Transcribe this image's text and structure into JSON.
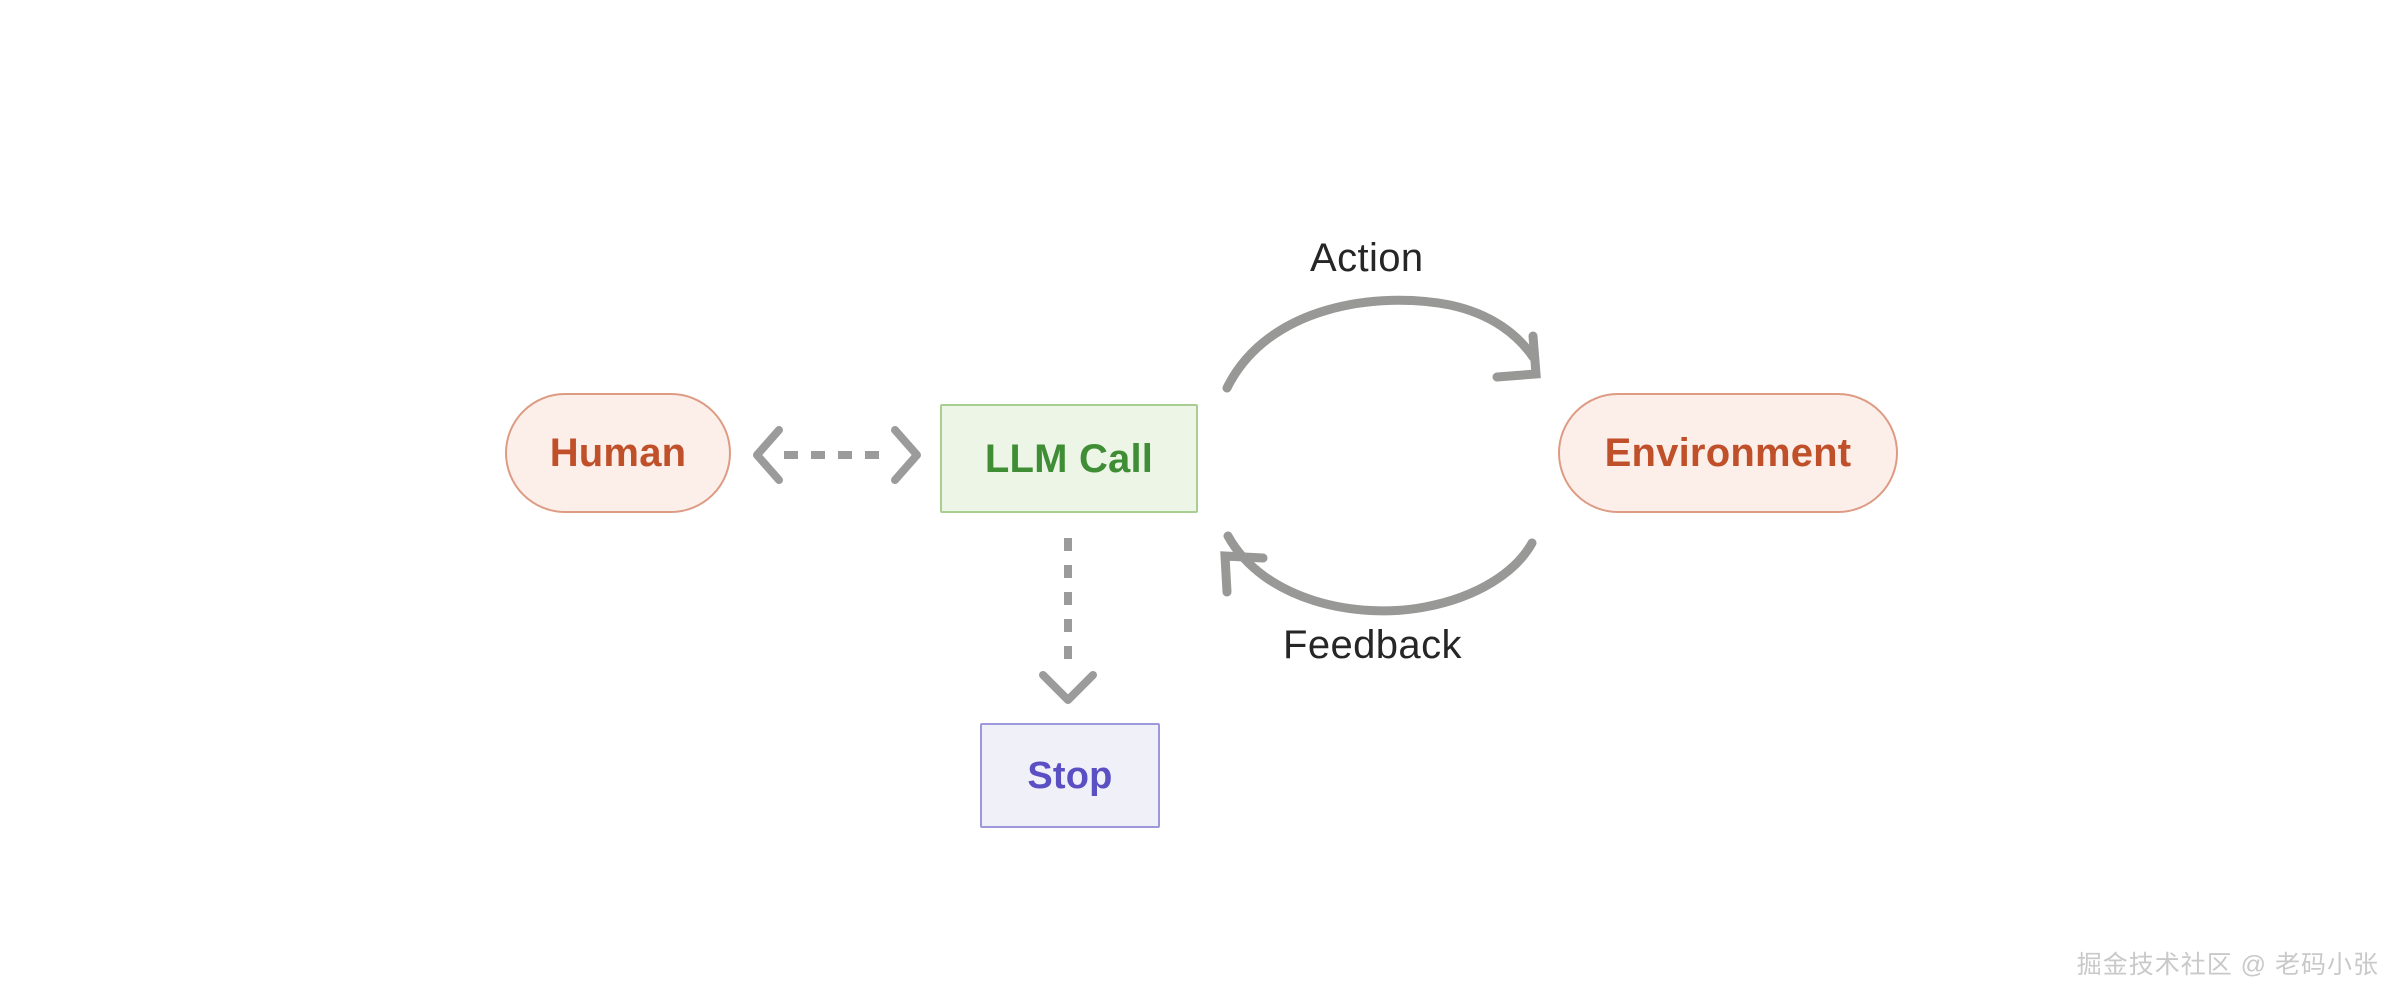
{
  "diagram": {
    "type": "flow-diagram",
    "title": "",
    "background_color": "#ffffff",
    "nodes": [
      {
        "id": "human",
        "label": "Human",
        "shape": "pill",
        "fill": "#FCEFEA",
        "stroke": "#DE9B84",
        "text_color": "#C0502A"
      },
      {
        "id": "llm_call",
        "label": "LLM Call",
        "shape": "rectangle",
        "fill": "#EDF5E7",
        "stroke": "#A8CE92",
        "text_color": "#3F8E35"
      },
      {
        "id": "environment",
        "label": "Environment",
        "shape": "pill",
        "fill": "#FCEFEA",
        "stroke": "#DE9B84",
        "text_color": "#C0502A"
      },
      {
        "id": "stop",
        "label": "Stop",
        "shape": "rectangle",
        "fill": "#F0F0F9",
        "stroke": "#9D98DB",
        "text_color": "#5B4FC4"
      }
    ],
    "edges": [
      {
        "id": "human-llm",
        "from": "human",
        "to": "llm_call",
        "label": "",
        "style": "dashed",
        "direction": "bidirectional",
        "color": "#9B9B9B"
      },
      {
        "id": "llm-environment",
        "from": "llm_call",
        "to": "environment",
        "label": "Action",
        "style": "solid",
        "direction": "forward",
        "color": "#909090"
      },
      {
        "id": "environment-llm",
        "from": "environment",
        "to": "llm_call",
        "label": "Feedback",
        "style": "solid",
        "direction": "forward",
        "color": "#909090"
      },
      {
        "id": "llm-stop",
        "from": "llm_call",
        "to": "stop",
        "label": "",
        "style": "dashed",
        "direction": "forward",
        "color": "#9B9B9B"
      }
    ]
  },
  "labels": {
    "human": "Human",
    "llm_call": "LLM Call",
    "environment": "Environment",
    "stop": "Stop",
    "action": "Action",
    "feedback": "Feedback"
  },
  "watermark": {
    "text": "掘金技术社区 @ 老码小张",
    "color": "#C9C9C9"
  }
}
